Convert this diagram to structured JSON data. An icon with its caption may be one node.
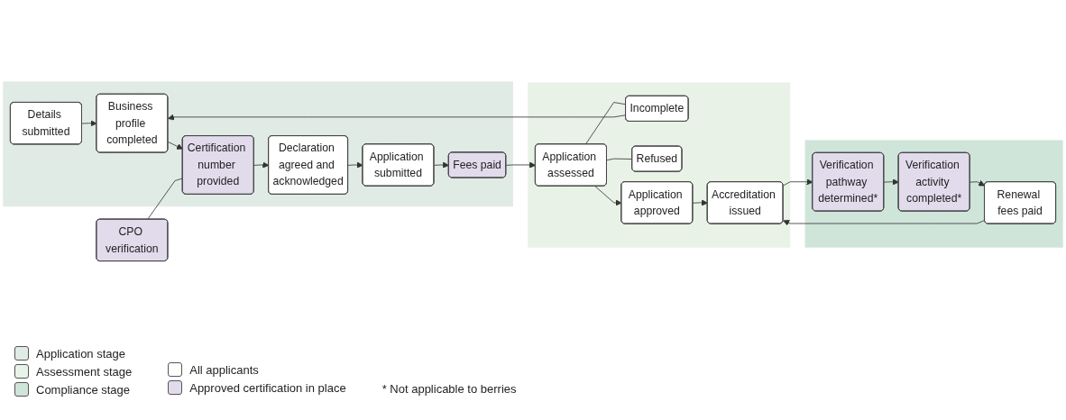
{
  "diagram": {
    "nodes": [
      {
        "text": [],
        "shape": "band"
      },
      {
        "text": [
          "Details submitted"
        ],
        "in": 0
      },
      {
        "text": [
          "Business profile completed"
        ],
        "in": 0
      },
      {
        "text": [
          "CPO verification"
        ]
      },
      {
        "text": [
          "Certification number provided"
        ],
        "in": 0
      },
      {
        "text": [
          "Declaration agreed and acknowledged"
        ],
        "in": 0
      },
      {
        "text": [
          "Application submitted"
        ],
        "in": 0
      },
      {
        "text": [
          "Fees paid"
        ],
        "in": 0
      },
      {
        "text": [],
        "shape": "band"
      },
      {
        "text": [
          "Incomplete"
        ],
        "in": 8
      },
      {
        "text": [
          "Refused"
        ],
        "in": 8
      },
      {
        "text": [
          "Application assessed"
        ],
        "in": 8
      },
      {
        "text": [
          "Application approved"
        ],
        "in": 8
      },
      {
        "text": [
          "Accreditation issued"
        ],
        "in": 8
      },
      {
        "text": [],
        "shape": "band"
      },
      {
        "text": [
          "Verification pathway determined*"
        ],
        "in": 14
      },
      {
        "text": [
          "Verification activity completed*"
        ],
        "in": 14
      },
      {
        "text": [
          "Renewal fees paid"
        ],
        "in": 14
      }
    ],
    "edges": [
      {
        "from": 1,
        "to": 2,
        "arrow": "to"
      },
      {
        "from": 2,
        "to": 4,
        "arrow": "to"
      },
      {
        "from": 3,
        "to": 4,
        "arrow": "none"
      },
      {
        "from": 4,
        "to": 5,
        "arrow": "to"
      },
      {
        "from": 5,
        "to": 6,
        "arrow": "to"
      },
      {
        "from": 6,
        "to": 7,
        "arrow": "to"
      },
      {
        "from": 7,
        "to": 11,
        "arrow": "to"
      },
      {
        "from": 9,
        "to": 2,
        "arrow": "to"
      },
      {
        "from": 11,
        "to": 9,
        "arrow": "none"
      },
      {
        "from": 11,
        "to": 10,
        "arrow": "none"
      },
      {
        "from": 11,
        "to": 12,
        "arrow": "to"
      },
      {
        "from": 12,
        "to": 13,
        "arrow": "to"
      },
      {
        "from": 13,
        "to": 15,
        "arrow": "to"
      },
      {
        "from": 15,
        "to": 16,
        "arrow": "to"
      },
      {
        "from": 16,
        "to": 17,
        "arrow": "to"
      },
      {
        "from": 17,
        "to": 13,
        "arrow": "to"
      }
    ],
    "labels": [
      "* Not applicable to berries"
    ],
    "legend": [
      {
        "text": "Application stage",
        "color": "#e1ebe5"
      },
      {
        "text": "Assessment stage",
        "color": "#e8f2e6"
      },
      {
        "text": "Compliance stage",
        "color": "#cfe5da"
      },
      {
        "text": "All applicants",
        "color": "#ffffff"
      },
      {
        "text": "Approved certification in place",
        "color": "#e1dbec"
      }
    ]
  }
}
